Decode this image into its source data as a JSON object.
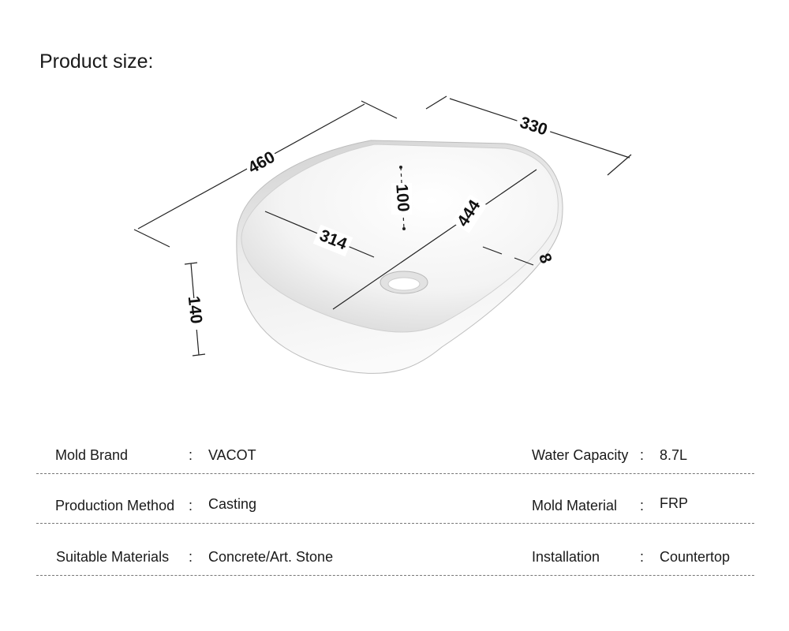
{
  "title": "Product size:",
  "dimensions": {
    "length": "460",
    "width": "330",
    "height": "140",
    "depth": "100",
    "inner_length": "444",
    "inner_width": "314",
    "rim": "8"
  },
  "specs": [
    {
      "left": {
        "label": "Mold Brand",
        "value": "VACOT"
      },
      "right": {
        "label": "Water Capacity",
        "value": "8.7L"
      }
    },
    {
      "left": {
        "label": "Production Method",
        "value": "Casting"
      },
      "right": {
        "label": "Mold Material",
        "value": "FRP"
      }
    },
    {
      "left": {
        "label": "Suitable Materials",
        "value": "Concrete/Art. Stone"
      },
      "right": {
        "label": "Installation",
        "value": "Countertop"
      }
    }
  ],
  "separator": ":"
}
